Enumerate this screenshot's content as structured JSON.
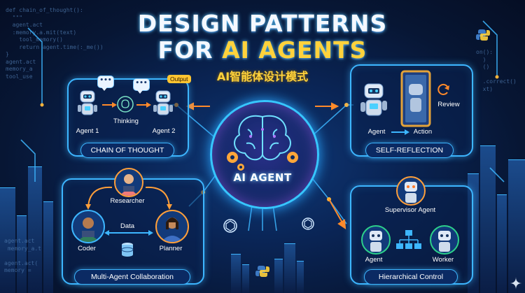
{
  "title_line1": "DESIGN PATTERNS",
  "title_line2_prefix": "FOR",
  "title_line2_highlight": "AI AGENTS",
  "subtitle": "AI智能体设计模式",
  "hub": {
    "label": "AI AGENT"
  },
  "panels": {
    "chain_of_thought": {
      "label": "CHAIN OF THOUGHT",
      "agent1": "Agent 1",
      "thinking": "Thinking",
      "agent2": "Agent 2",
      "output": "Output"
    },
    "self_reflection": {
      "label": "SELF-REFLECTION",
      "agent": "Agent",
      "action": "Action",
      "review": "Review"
    },
    "multi_agent": {
      "label": "Multi-Agent Collaboration",
      "researcher": "Researcher",
      "data": "Data",
      "coder": "Coder",
      "planner": "Planner"
    },
    "hierarchical": {
      "label": "Hierarchical Control",
      "supervisor": "Supervisor Agent",
      "agent": "Agent",
      "worker": "Worker"
    }
  },
  "code_left_top": "def chain_of_thought():\n  \"\"\"\n  agent.act\n  :memory.a.mit(text)\n    tool_memory()\n    return agent.time(:_me())\n}\nagent.act\nmemory_a\ntool_use",
  "code_left_bottom": "agent.act\n memory_a.t\n\nagent.act(\nmemory = ",
  "code_right_top": "on():\n  )\n  ()\n\n  .correct()\n  xt)",
  "colors": {
    "accent": "#3db6ff",
    "highlight": "#ffd23c",
    "background": "#061430"
  }
}
